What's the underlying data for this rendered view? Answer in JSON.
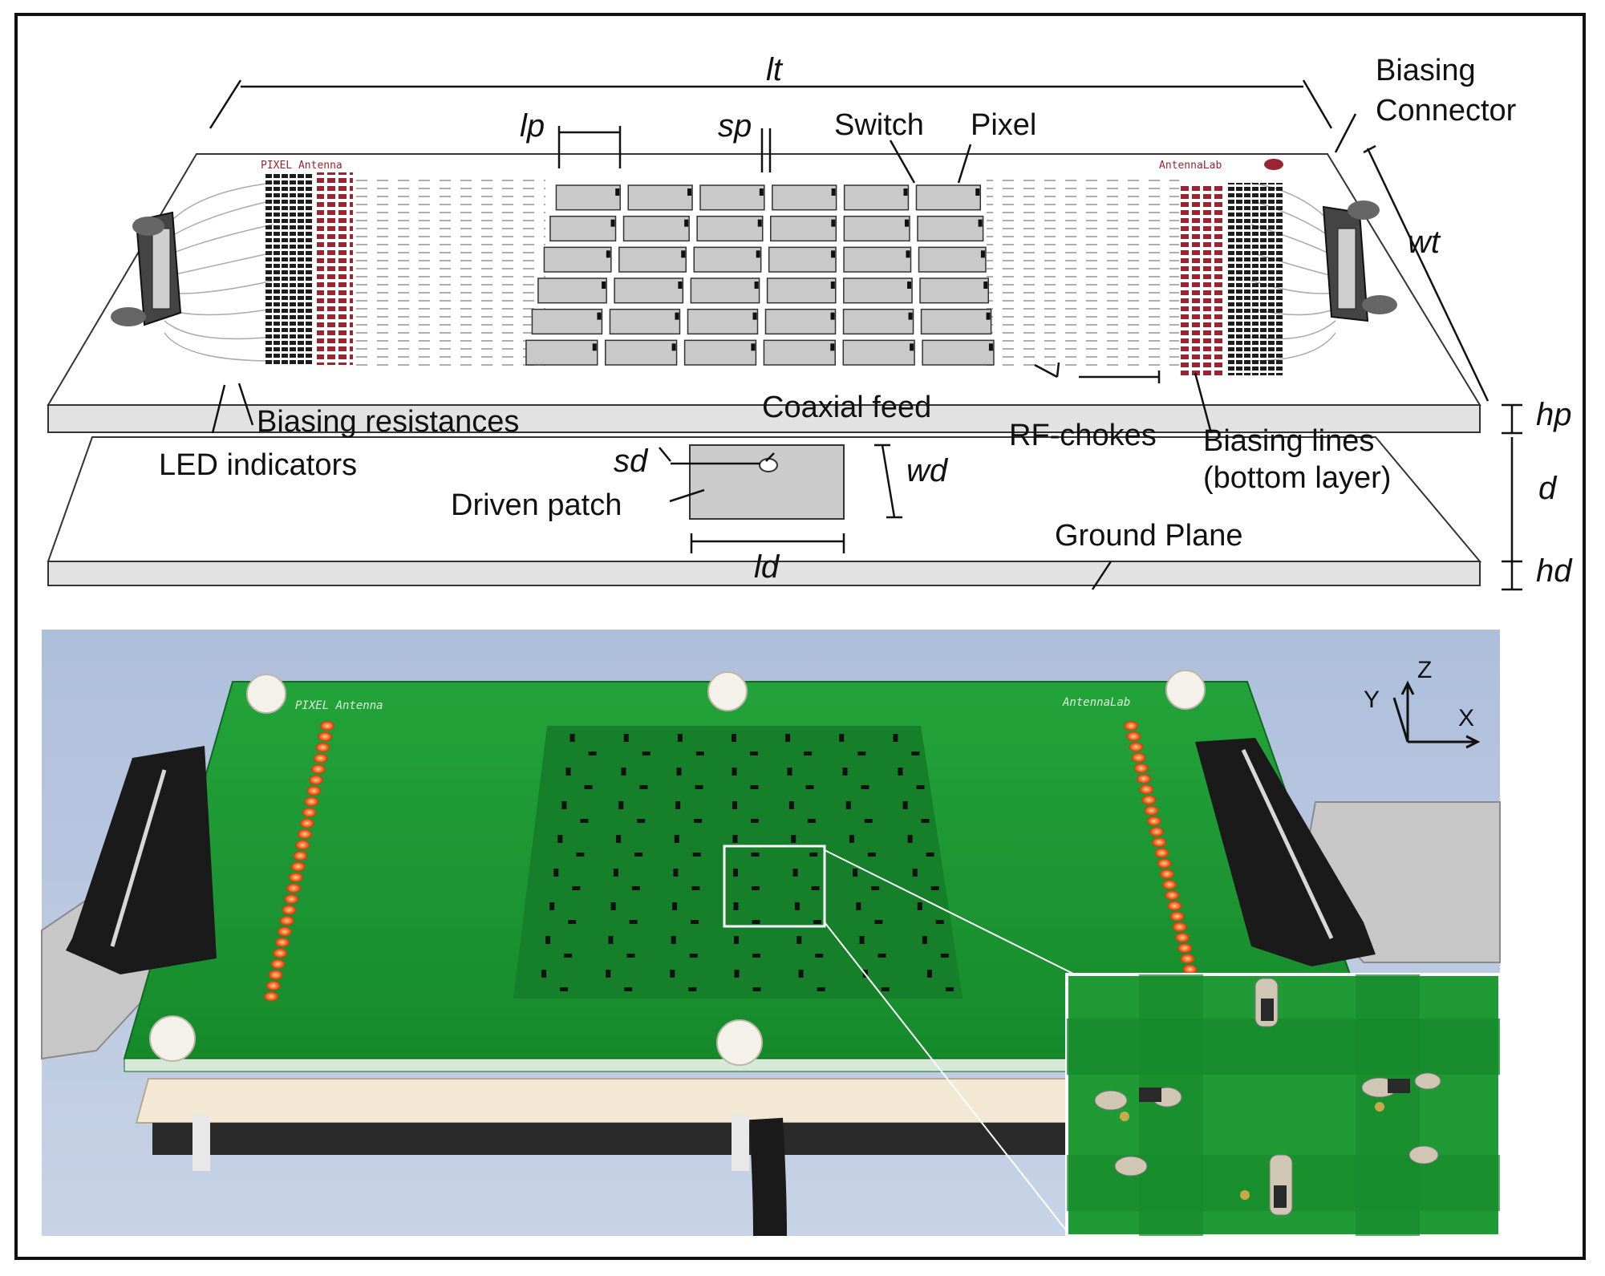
{
  "diagram": {
    "dimensions": {
      "lt": "lt",
      "lp": "lp",
      "sp": "sp",
      "wt": "wt",
      "hp": "hp",
      "d": "d",
      "hd": "hd",
      "sd": "sd",
      "wd": "wd",
      "ld": "ld"
    },
    "labels": {
      "biasing_connector_1": "Biasing",
      "biasing_connector_2": "Connector",
      "switch": "Switch",
      "pixel": "Pixel",
      "biasing_resistances": "Biasing resistances",
      "coaxial_feed": "Coaxial feed",
      "led_indicators": "LED indicators",
      "rf_chokes": "RF-chokes",
      "biasing_lines_1": "Biasing lines",
      "biasing_lines_2": "(bottom layer)",
      "driven_patch": "Driven patch",
      "ground_plane": "Ground Plane"
    },
    "pcb_silkscreen": {
      "left": "PIXEL Antenna",
      "right": "AntennaLab"
    }
  },
  "photo": {
    "axes": {
      "z": "Z",
      "y": "Y",
      "x": "X"
    },
    "silkscreen": {
      "left": "PIXEL Antenna",
      "right": "AntennaLab"
    }
  },
  "colors": {
    "board_green": "#1e9a33",
    "pixel_green": "#178a2c",
    "led_orange": "#ff6a2a",
    "connector_black": "#1a1a1a",
    "background_blue": "#a8b9d6",
    "pixel_gray": "#c9c9c9",
    "silk_red": "#9a2530"
  }
}
